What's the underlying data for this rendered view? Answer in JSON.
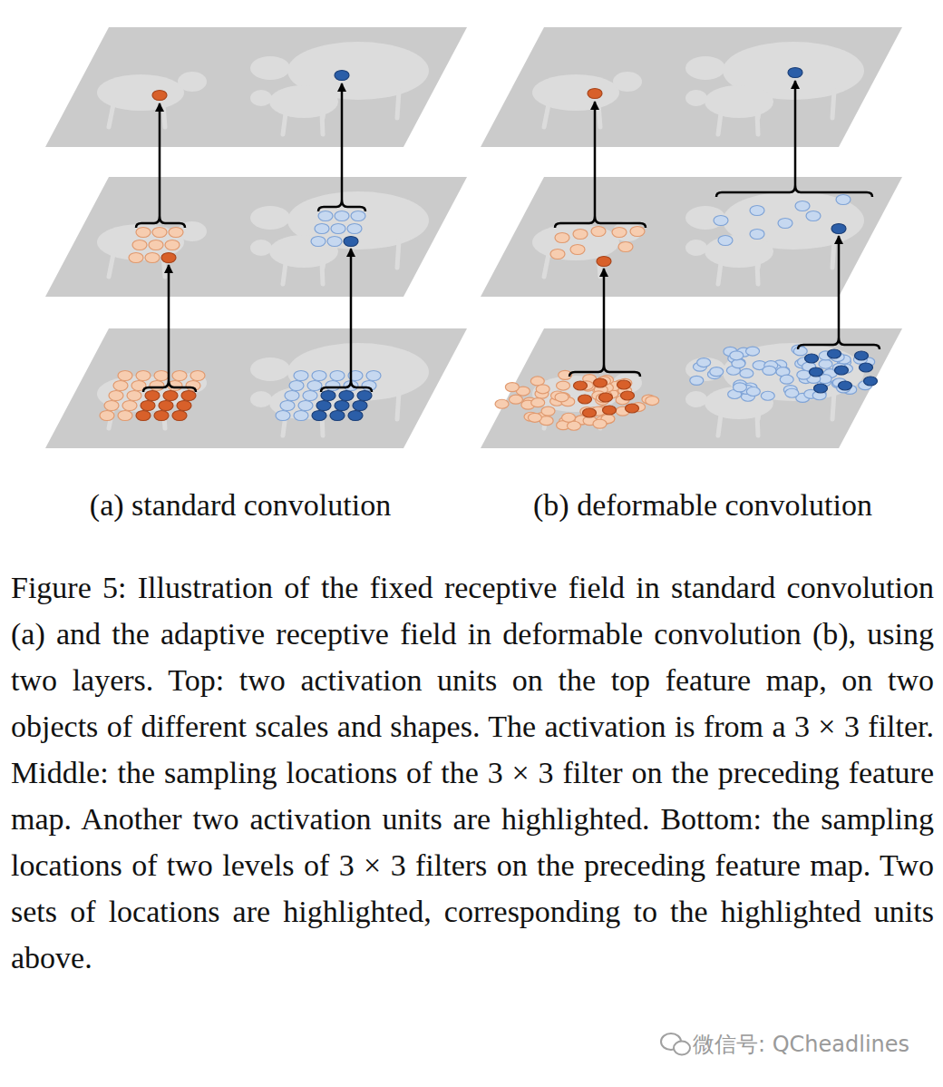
{
  "diagram": {
    "caption": "Figure 5: Illustration of the fixed receptive field in standard convolution (a) and the adaptive receptive field in deformable convolution (b), using two layers. Top: two activation units on the top feature map, on two objects of different scales and shapes. The activation is from a 3 × 3 filter. Middle: the sampling locations of the 3 × 3 filter on the preceding feature map. Another two activation units are highlighted. Bottom: the sampling locations of two levels of 3 × 3 filters on the preceding feature map. Two sets of locations are highlighted, corresponding to the highlighted units above.",
    "labels": [
      "(a) standard convolution",
      "(b) deformable convolution",
      "微信号: QCheadlines"
    ]
  }
}
